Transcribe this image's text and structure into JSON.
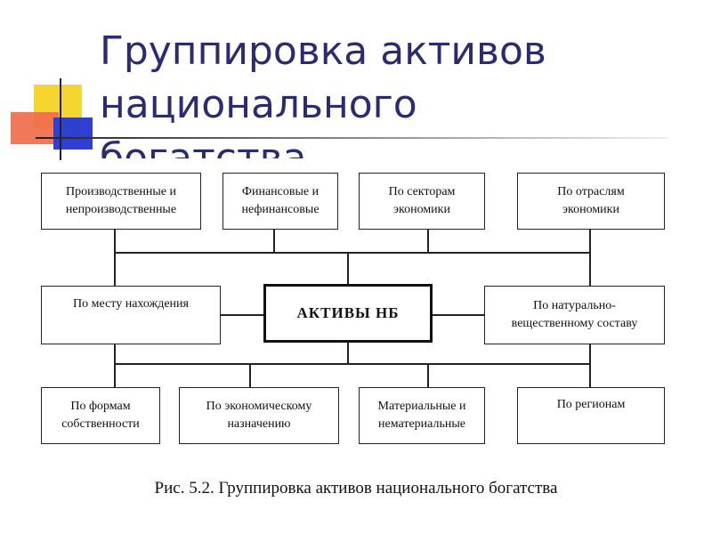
{
  "title": {
    "line1": "Группировка активов",
    "line2": "национального",
    "line3": "богатства"
  },
  "diagram": {
    "center": "АКТИВЫ НБ",
    "top_row": [
      {
        "line1": "Производственные и",
        "line2": "непроизводственные"
      },
      {
        "line1": "Финансовые и",
        "line2": "нефинансовые"
      },
      {
        "line1": "По секторам",
        "line2": "экономики"
      },
      {
        "line1": "По отраслям",
        "line2": "экономики"
      }
    ],
    "middle_left": {
      "line1": "По месту нахождения"
    },
    "middle_right": {
      "line1": "По натурально-",
      "line2": "вещественному составу"
    },
    "bottom_row": [
      {
        "line1": "По формам",
        "line2": "собственности"
      },
      {
        "line1": "По экономическому",
        "line2": "назначению"
      },
      {
        "line1": "Материальные и",
        "line2": "нематериальные"
      },
      {
        "line1": "По регионам"
      }
    ],
    "caption": "Рис. 5.2. Группировка активов национального богатства"
  }
}
